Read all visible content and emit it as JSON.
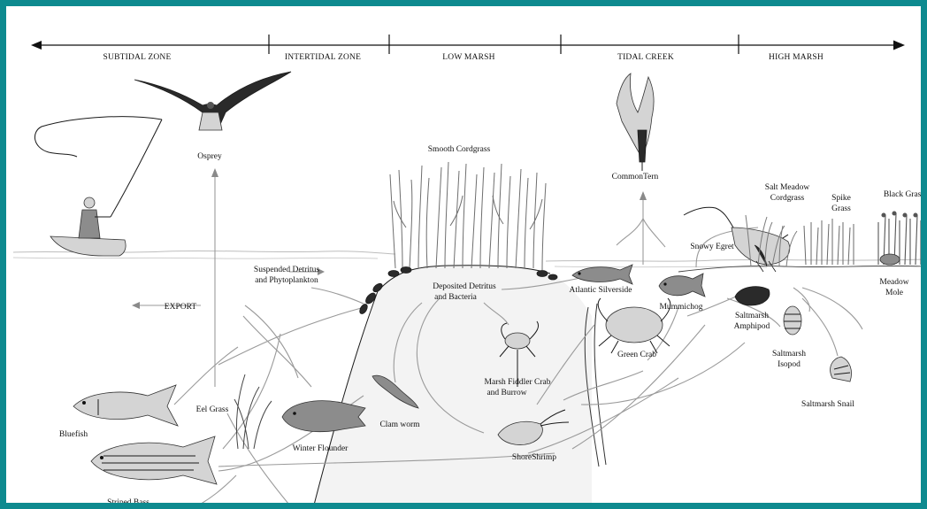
{
  "zones": [
    "SUBTIDAL ZONE",
    "INTERTIDAL ZONE",
    "LOW MARSH",
    "TIDAL CREEK",
    "HIGH MARSH"
  ],
  "labels": {
    "osprey": "Osprey",
    "smooth_cordgrass": "Smooth Cordgrass",
    "common_tern": "CommonTern",
    "salt_meadow_cordgrass_1": "Salt Meadow",
    "salt_meadow_cordgrass_2": "Cordgrass",
    "spike_grass_1": "Spike",
    "spike_grass_2": "Grass",
    "black_grass": "Black Grass",
    "snowy_egret": "Snowy Egret",
    "suspended_detritus_1": "Suspended Detritus",
    "suspended_detritus_2": "and Phytoplankton",
    "deposited_detritus_1": "Deposited Detritus",
    "deposited_detritus_2": "and Bacteria",
    "atlantic_silverside": "Atlantic Silverside",
    "mummichog": "Mummichog",
    "meadow_mole_1": "Meadow",
    "meadow_mole_2": "Mole",
    "export": "EXPORT",
    "saltmarsh_amphipod_1": "Saltmarsh",
    "saltmarsh_amphipod_2": "Amphipod",
    "green_crab": "Green Crab",
    "saltmarsh_isopod_1": "Saltmarsh",
    "saltmarsh_isopod_2": "Isopod",
    "marsh_fiddler_crab_1": "Marsh Fiddler Crab",
    "marsh_fiddler_crab_2": "and Burrow",
    "saltmarsh_snail": "Saltmarsh Snail",
    "bluefish": "Bluefish",
    "eel_grass": "Eel Grass",
    "clam_worm": "Clam worm",
    "winter_flounder": "Winter Flounder",
    "shore_shrimp": "ShoreShrimp",
    "striped_bass": "Striped Bass"
  },
  "colors": {
    "frame": "#0e8a8f",
    "ink": "#1a1a1a",
    "flow_line": "#9a9a9a"
  }
}
